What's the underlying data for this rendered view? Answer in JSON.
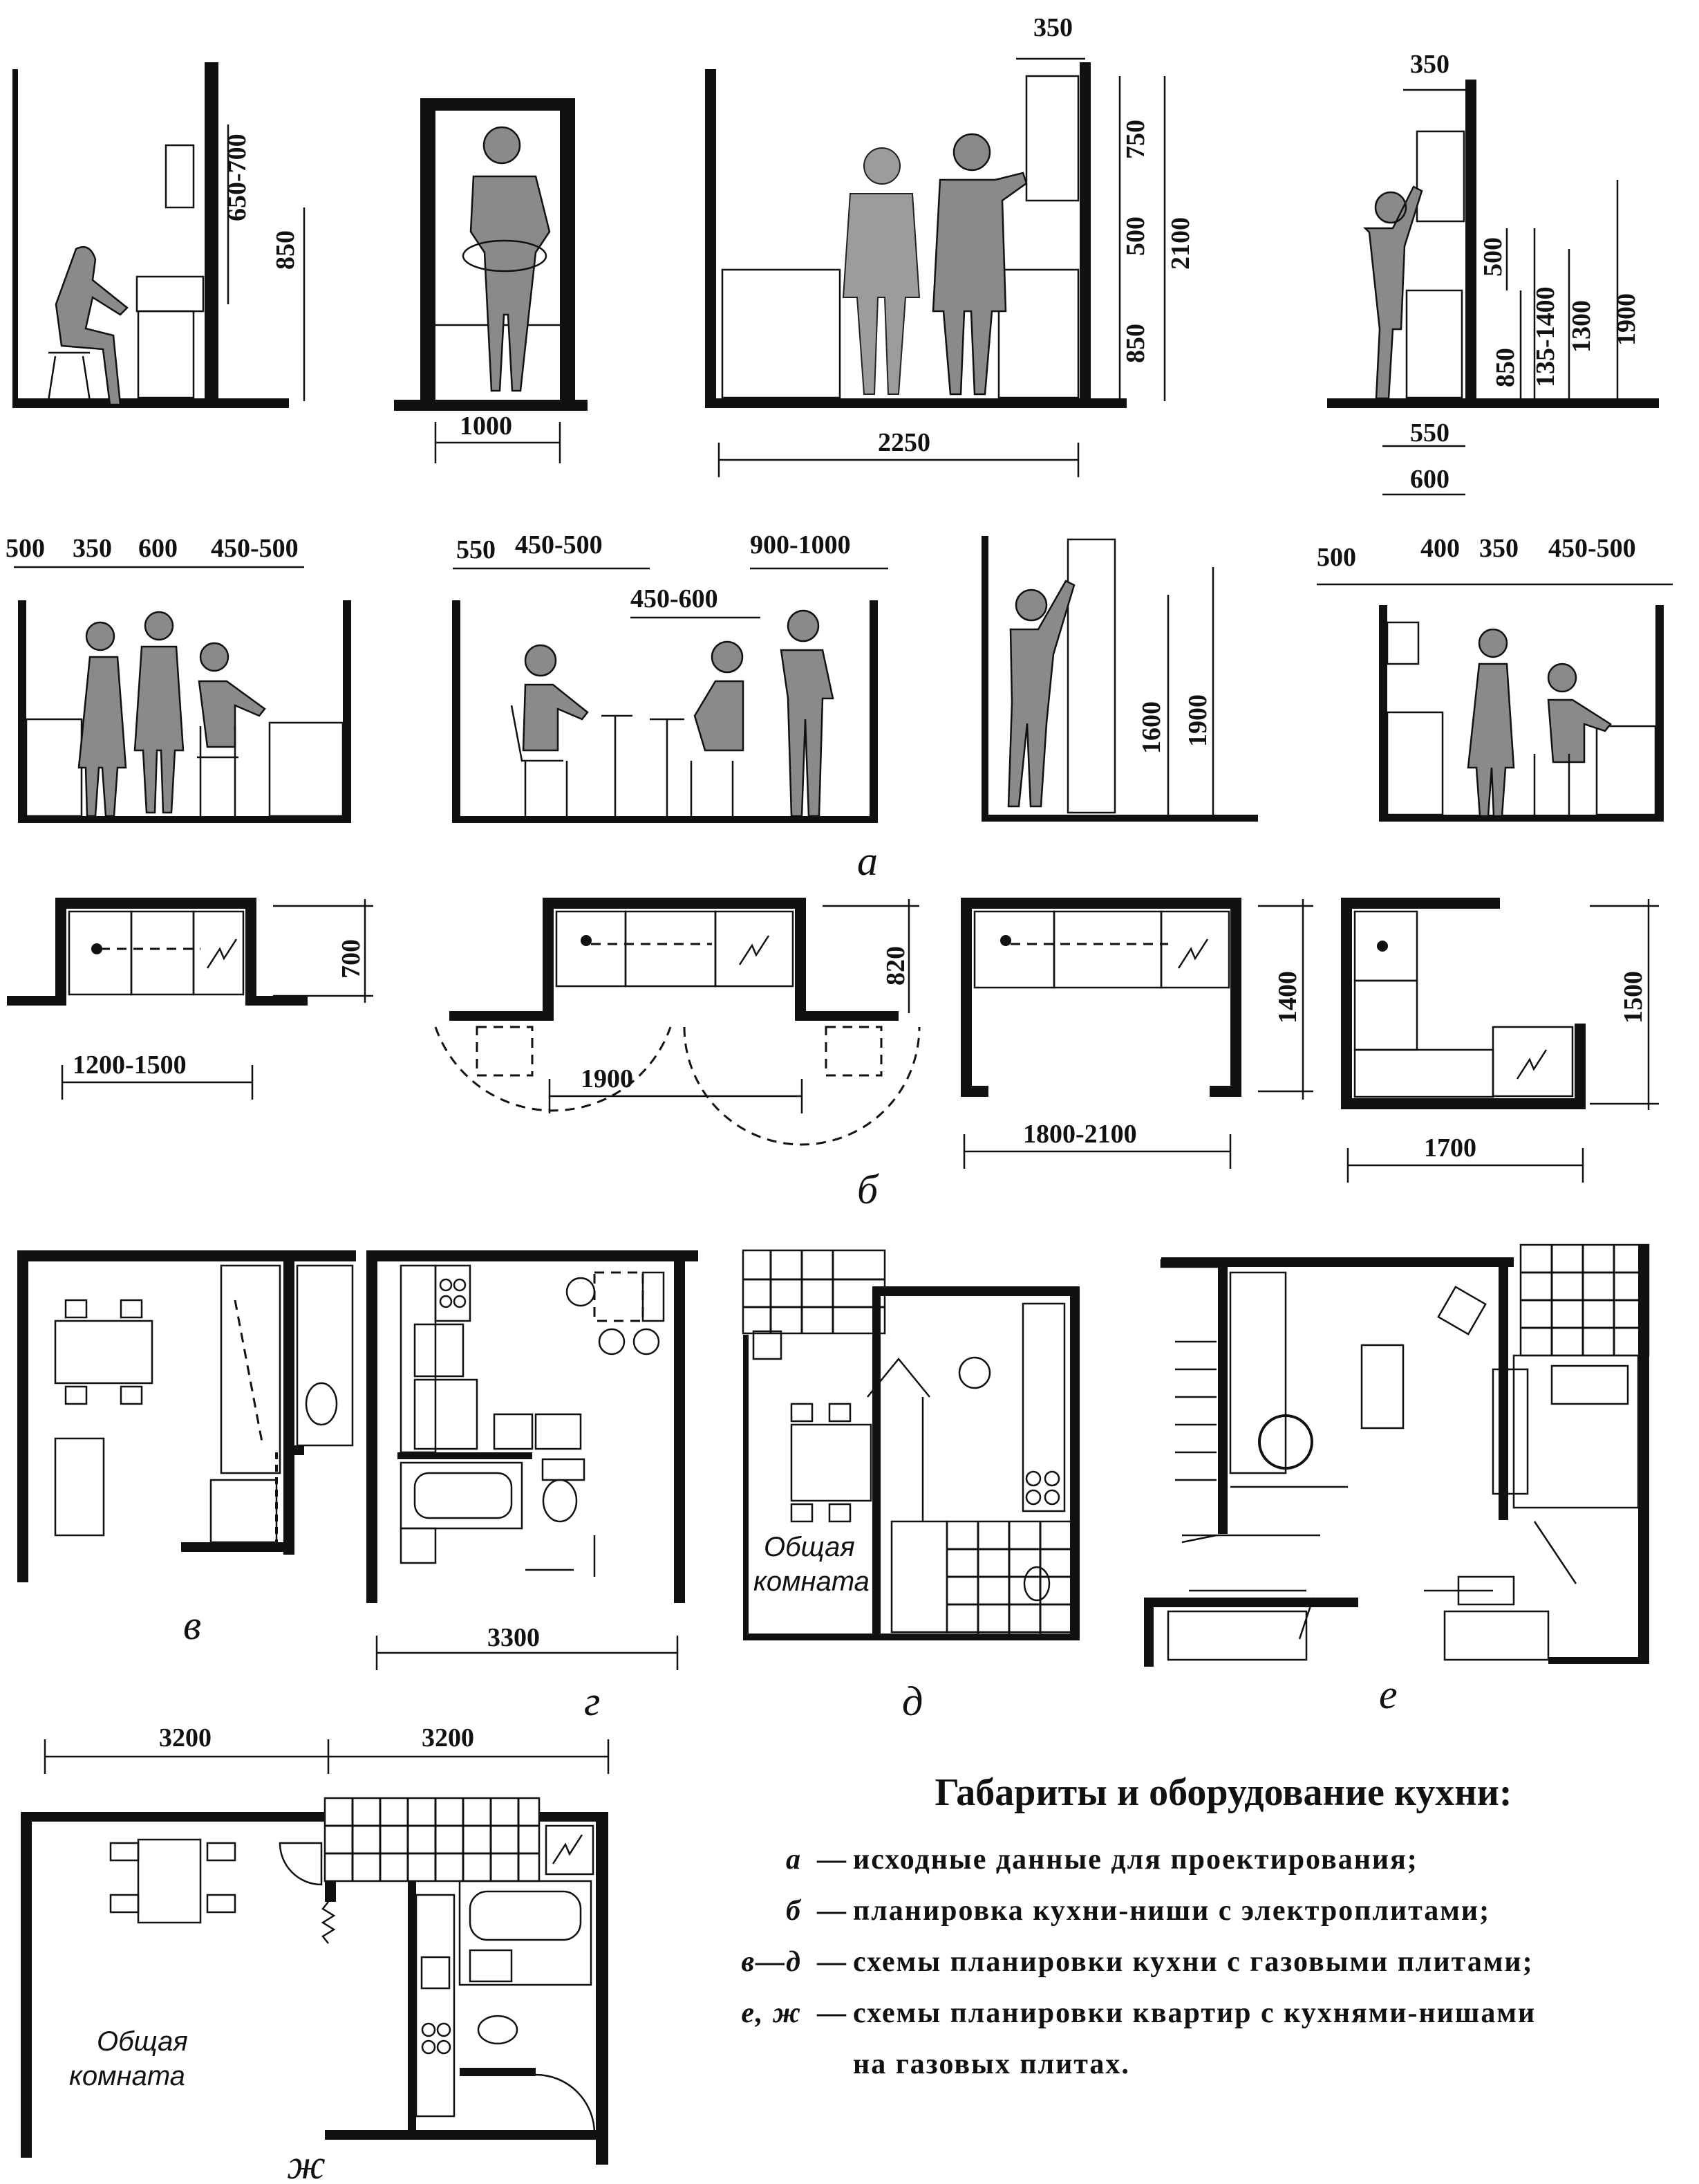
{
  "dimensions": {
    "a1_h1": "650-700",
    "a1_h2": "850",
    "a2_w": "1000",
    "a3_top": "350",
    "a3_h1": "750",
    "a3_h2": "500",
    "a3_h3": "850",
    "a3_total": "2100",
    "a3_w": "2250",
    "a4_top": "350",
    "a4_h1": "500",
    "a4_h2": "850",
    "a4_h3": "135-1400",
    "a4_h4": "1300",
    "a4_h5": "1900",
    "a4_w1": "550",
    "a4_w2": "600",
    "a5_d1": "500",
    "a5_d2": "350",
    "a5_d3": "600",
    "a5_d4": "450-500",
    "a6_d1": "550",
    "a6_d2": "450-500",
    "a6_d3": "450-600",
    "a6_d4": "900-1000",
    "a7_h1": "1600",
    "a7_h2": "1900",
    "a8_d1": "500",
    "a8_d2": "400",
    "a8_d3": "350",
    "a8_d4": "450-500",
    "b1_w": "1200-1500",
    "b1_h": "700",
    "b2_w": "1900",
    "b2_h": "820",
    "b3_w": "1800-2100",
    "b3_h": "1400",
    "b4_w": "1700",
    "b4_h": "1500",
    "g_w": "3300",
    "zh_w1": "3200",
    "zh_w2": "3200"
  },
  "labels": {
    "a": "а",
    "b": "б",
    "v": "в",
    "g": "г",
    "d": "д",
    "e": "е",
    "zh": "ж"
  },
  "rooms": {
    "d_line1": "Общая",
    "d_line2": "комната",
    "zh_line1": "Общая",
    "zh_line2": "комната"
  },
  "legend": {
    "title": "Габариты и оборудование кухни:",
    "items": [
      {
        "key": "а",
        "text": "исходные  данные для проектирования;"
      },
      {
        "key": "б",
        "text": "планировка кухни-ниши с электроплитами;"
      },
      {
        "key": "в—д",
        "text": "схемы планировки кухни с газовыми плитами;"
      },
      {
        "key": "е, ж",
        "text": "схемы планировки квартир с кухнями-нишами"
      }
    ],
    "continuation": "на газовых плитах."
  }
}
